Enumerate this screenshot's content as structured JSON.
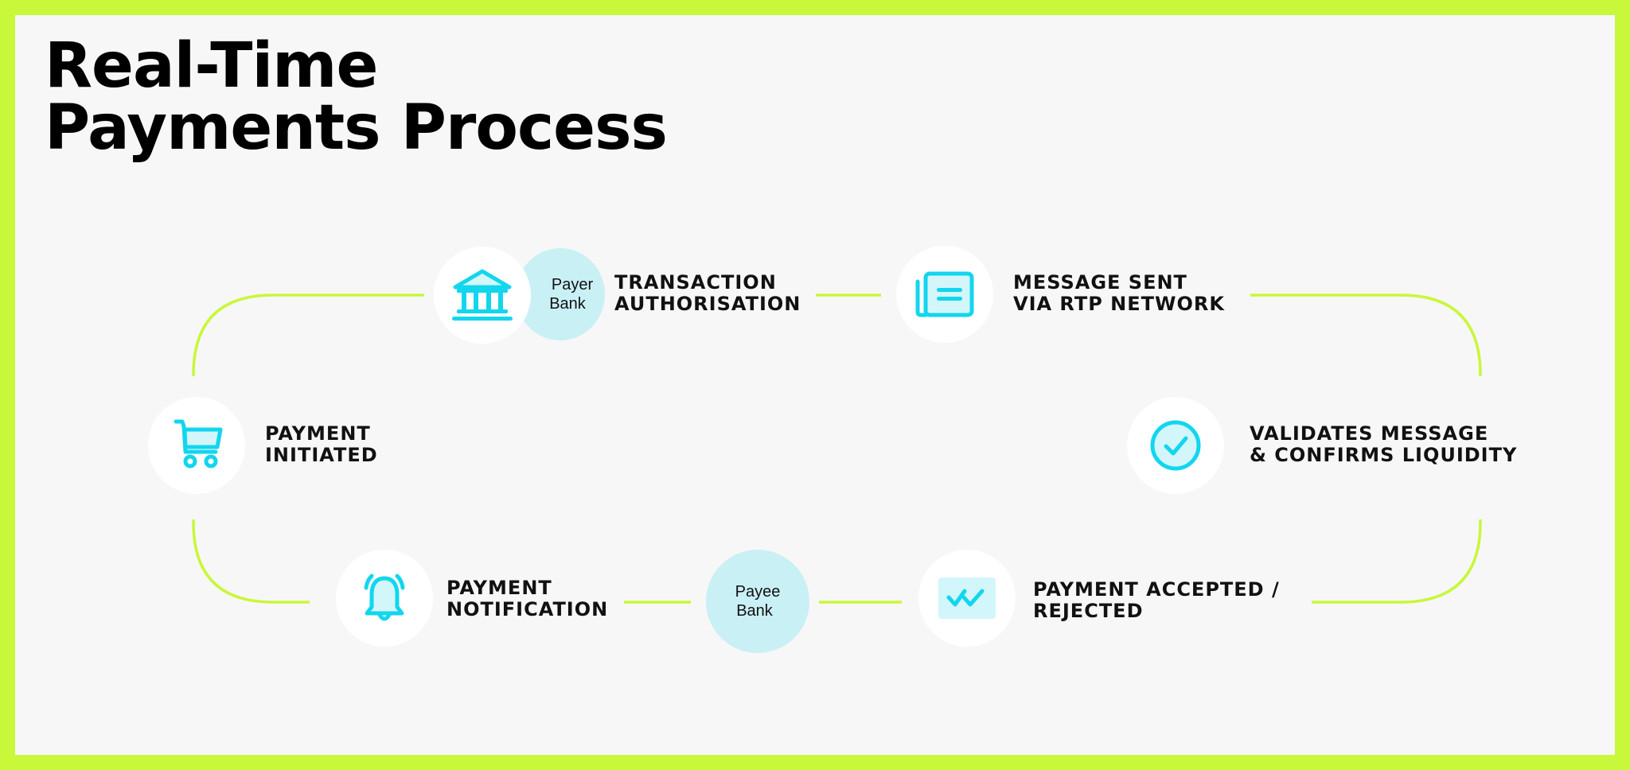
{
  "title": {
    "line1": "Real-Time",
    "line2": "Payments Process"
  },
  "colors": {
    "border": "#c9f73a",
    "background": "#f7f7f7",
    "icon": "#12d6ee",
    "icon_fill": "#d3f6fa",
    "bank_circle": "#c9f0f5",
    "connector": "#c9f73a"
  },
  "steps": [
    {
      "id": "payment-initiated",
      "icon": "shopping-cart-icon",
      "line1": "PAYMENT",
      "line2": "INITIATED"
    },
    {
      "id": "transaction-authorisation",
      "icon": "bank-icon",
      "line1": "TRANSACTION",
      "line2": "AUTHORISATION",
      "badge": {
        "line1": "Payer",
        "line2": "Bank"
      }
    },
    {
      "id": "message-sent",
      "icon": "newspaper-icon",
      "line1": "MESSAGE SENT",
      "line2": "VIA RTP NETWORK"
    },
    {
      "id": "validates-message",
      "icon": "check-circle-icon",
      "line1": "VALIDATES MESSAGE",
      "line2": "& CONFIRMS LIQUIDITY"
    },
    {
      "id": "payment-accepted",
      "icon": "double-check-icon",
      "line1": "PAYMENT ACCEPTED /",
      "line2": "REJECTED"
    },
    {
      "id": "payee-bank",
      "line1": "Payee",
      "line2": "Bank"
    },
    {
      "id": "payment-notification",
      "icon": "bell-icon",
      "line1": "PAYMENT",
      "line2": "NOTIFICATION"
    }
  ]
}
